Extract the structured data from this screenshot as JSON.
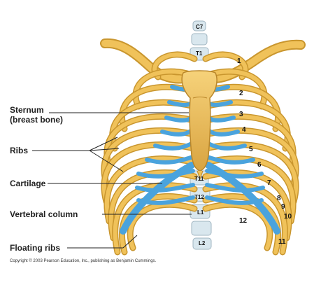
{
  "labels": {
    "sternum_line1": "Sternum",
    "sternum_line2": "(breast bone)",
    "ribs": "Ribs",
    "cartilage": "Cartilage",
    "vertebral_column": "Vertebral column",
    "floating_ribs": "Floating ribs"
  },
  "rib_numbers": [
    "1",
    "2",
    "3",
    "4",
    "5",
    "6",
    "7",
    "8",
    "9",
    "10",
    "11",
    "12"
  ],
  "vertebra_labels": {
    "c7": "C7",
    "t1": "T1",
    "t11": "T11",
    "t12": "T12",
    "l1": "L1",
    "l2": "L2"
  },
  "copyright": "Copyright © 2003 Pearson Education, Inc., publishing as Benjamin Cummings.",
  "colors": {
    "bone": "#f0c25a",
    "bone_shadow": "#c9962e",
    "cartilage": "#4aa3dd",
    "vertebra": "#d9e7ee",
    "line": "#222222"
  }
}
